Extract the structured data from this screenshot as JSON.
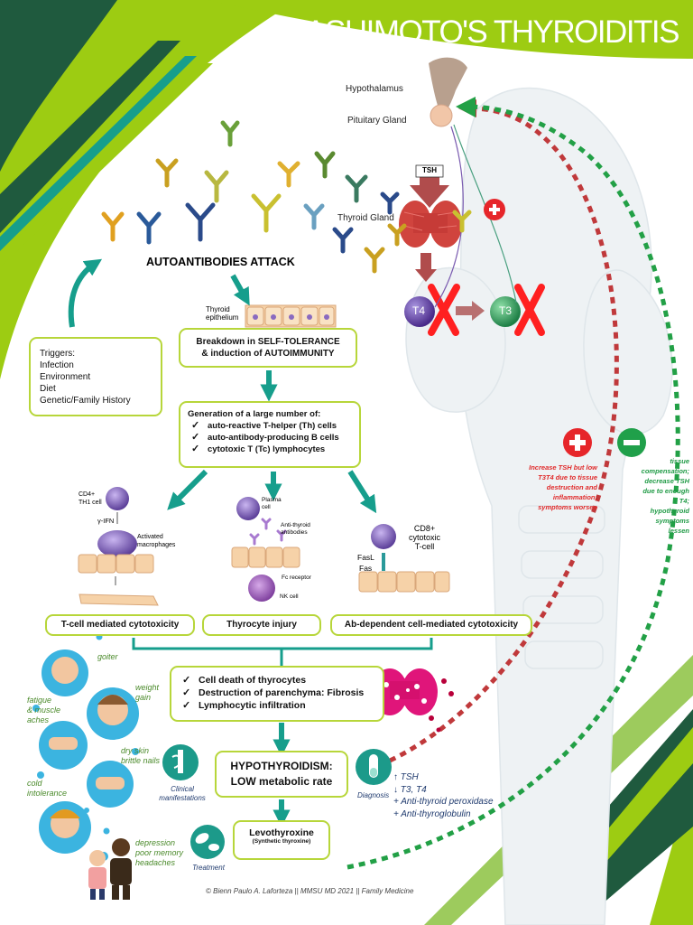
{
  "title": "HASHIMOTO'S THYROIDITIS",
  "top_labels": {
    "hypothalamus": "Hypothalamus",
    "pituitary": "Pituitary Gland",
    "tsh": "TSH",
    "thyroid_gland": "Thyroid Gland",
    "t4": "T4",
    "t3": "T3"
  },
  "autoantibodies": "AUTOANTIBODIES ATTACK",
  "thyroid_epithelium": [
    "Thyroid",
    "epithelium"
  ],
  "triggers": {
    "title": "Triggers:",
    "items": [
      "Infection",
      "Environment",
      "Diet",
      "Genetic/Family History"
    ]
  },
  "breakdown": [
    "Breakdown in SELF-TOLERANCE",
    "& induction of AUTOIMMUNITY"
  ],
  "generation": {
    "title": "Generation of a large number of:",
    "items": [
      "auto-reactive T-helper (Th) cells",
      "auto-antibody-producing B cells",
      "cytotoxic T (Tc) lymphocytes"
    ]
  },
  "panel_left": {
    "cd4": "CD4+",
    "th1": "TH1 cell",
    "ifn": "γ-IFN",
    "macro": [
      "Activated",
      "macrophages"
    ]
  },
  "panel_mid": {
    "plasma": [
      "Plasma",
      "cell"
    ],
    "anti": [
      "Anti-thyroid",
      "antibodies"
    ],
    "fc": "Fc receptor",
    "nk": "NK cell"
  },
  "panel_right": {
    "cd8": [
      "CD8+",
      "cytotoxic",
      "T-cell"
    ],
    "fasl": "FasL",
    "fas": "Fas"
  },
  "mechanisms": [
    "T-cell mediated cytotoxicity",
    "Thyrocyte injury",
    "Ab-dependent cell-mediated cytotoxicity"
  ],
  "effects": [
    "Cell death of thyrocytes",
    "Destruction of parenchyma: Fibrosis",
    "Lymphocytic infiltration"
  ],
  "hypo": [
    "HYPOTHYROIDISM:",
    "LOW metabolic rate"
  ],
  "levo": {
    "title": "Levothyroxine",
    "sub": "(Synthetic thyroxine)"
  },
  "clinical": [
    "Clinical",
    "manifestations"
  ],
  "treatment": "Treatment",
  "diagnosis": {
    "label": "Diagnosis",
    "items": [
      "↑ TSH",
      "↓ T3, T4",
      "+ Anti-thyroid peroxidase",
      "+ Anti-thyroglobulin"
    ]
  },
  "symptoms": {
    "goiter": "goiter",
    "weight": [
      "weight",
      "gain"
    ],
    "fatigue": [
      "fatigue",
      "& muscle",
      "aches"
    ],
    "dry": [
      "dry skin",
      "brittle nails"
    ],
    "cold": [
      "cold",
      "intolerance"
    ],
    "depression": [
      "depression",
      "poor memory",
      "headaches"
    ]
  },
  "feedback_plus": [
    "Increase TSH but low",
    "T3T4 due to tissue",
    "destruction and",
    "inflammation;",
    "symptoms worsen"
  ],
  "feedback_minus": [
    "tissue",
    "compensation;",
    "decrease TSH",
    "due to enough",
    "T4;",
    "hypothyroid",
    "symptoms",
    "lessen"
  ],
  "footer": "© Bienn Paulo A. Laforteza || MMSU MD 2021 || Family Medicine",
  "colors": {
    "lime": "#9dcc12",
    "dark_green": "#1f5a3e",
    "teal": "#169e8c",
    "red": "#c0393b",
    "box_border": "#b7d63a"
  }
}
